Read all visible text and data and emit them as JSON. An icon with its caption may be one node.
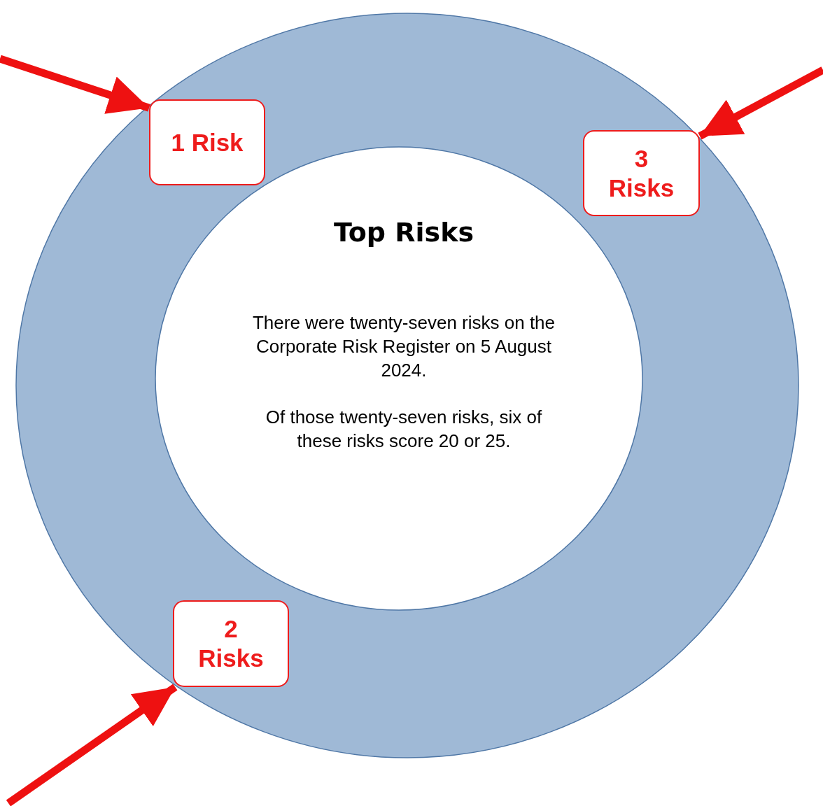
{
  "diagram": {
    "nodes": [
      {
        "text": [
          "Top Risks",
          "There were twenty-seven risks on the Corporate Risk Register on 5 August 2024.",
          "Of those twenty-seven risks, six of these risks score 20 or 25."
        ]
      },
      {
        "text": [
          "1 Risk"
        ],
        "in": 0
      },
      {
        "text": [
          "3 Risks"
        ],
        "in": 0
      },
      {
        "text": [
          "2 Risks"
        ],
        "in": 0
      }
    ],
    "edges": [
      {
        "from": null,
        "to": 1,
        "arrow": "to"
      },
      {
        "from": null,
        "to": 2,
        "arrow": "to"
      },
      {
        "from": null,
        "to": 3,
        "arrow": "to"
      }
    ]
  }
}
